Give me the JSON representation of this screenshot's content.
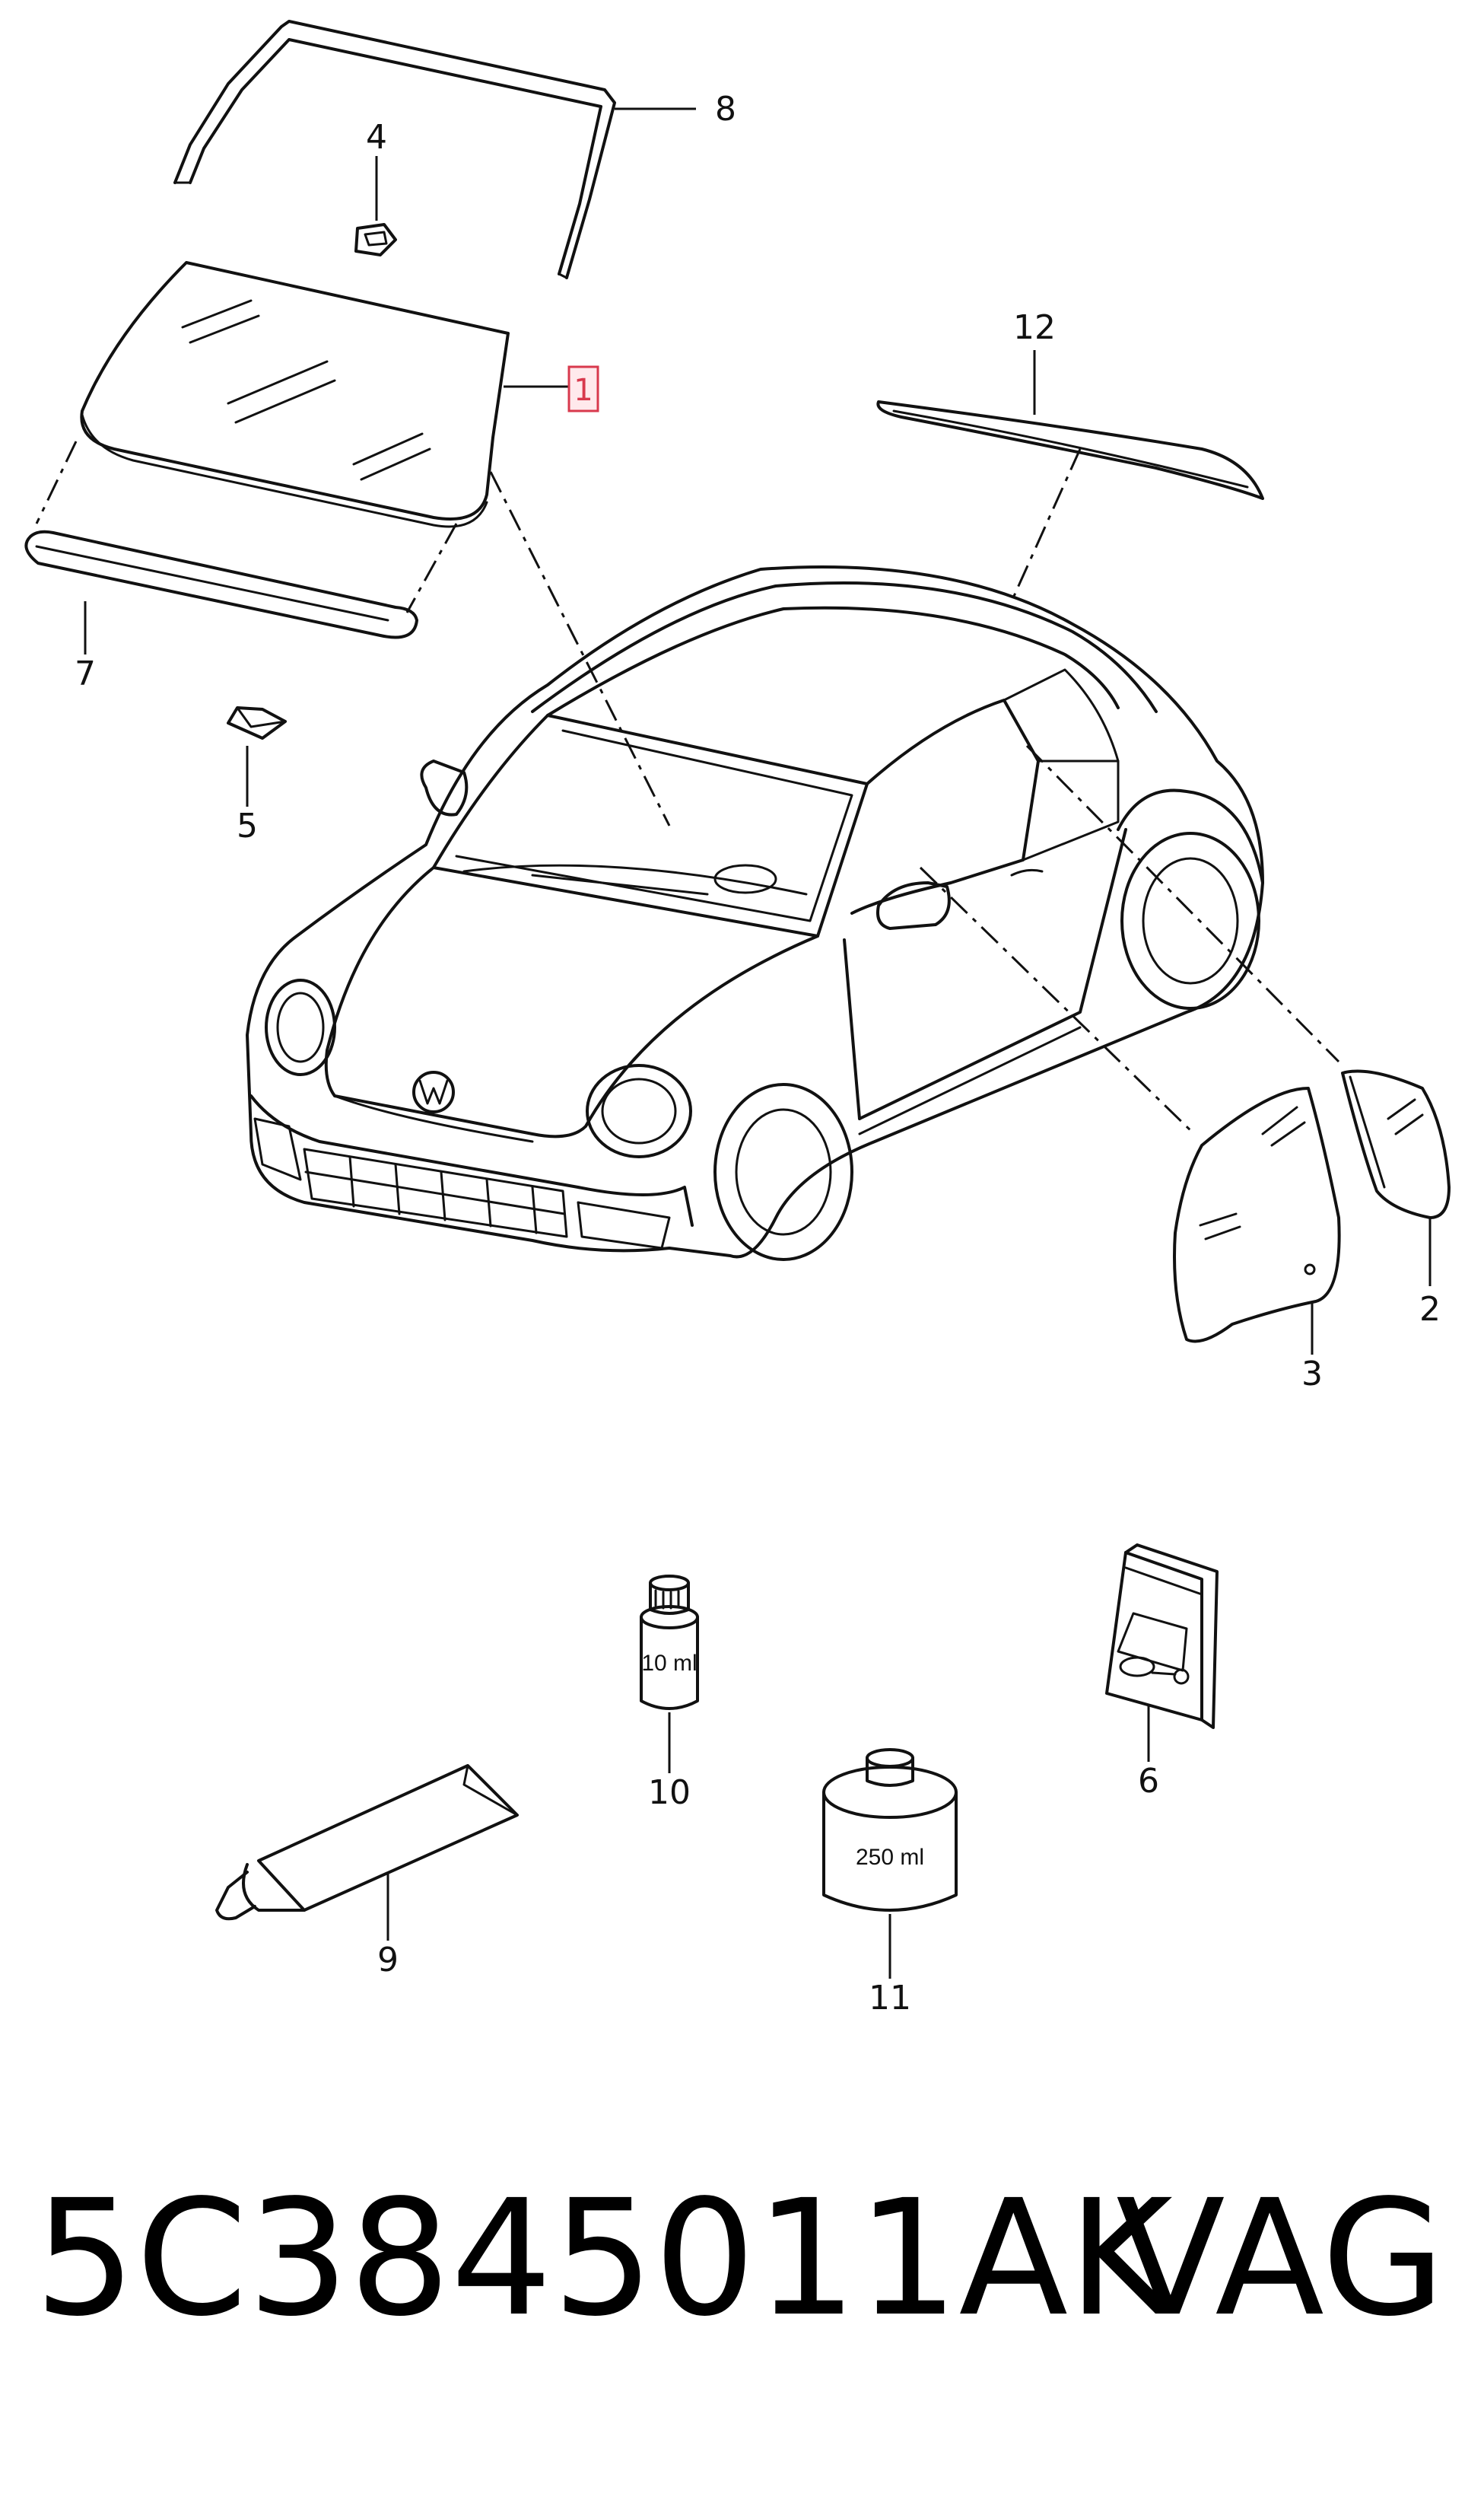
{
  "callouts": {
    "c1": "1",
    "c2": "2",
    "c3": "3",
    "c4": "4",
    "c5": "5",
    "c6": "6",
    "c7": "7",
    "c8": "8",
    "c9": "9",
    "c10": "10",
    "c11": "11",
    "c12": "12"
  },
  "selected_callout": "1",
  "bottles": {
    "small_volume": "10 ml",
    "large_volume": "250 ml"
  },
  "footer": {
    "part_number": "5C3845011AK",
    "brand": "VAG"
  },
  "colors": {
    "line": "#111111",
    "highlight": "#d8394d",
    "highlight_fill": "#ffe9ec"
  }
}
